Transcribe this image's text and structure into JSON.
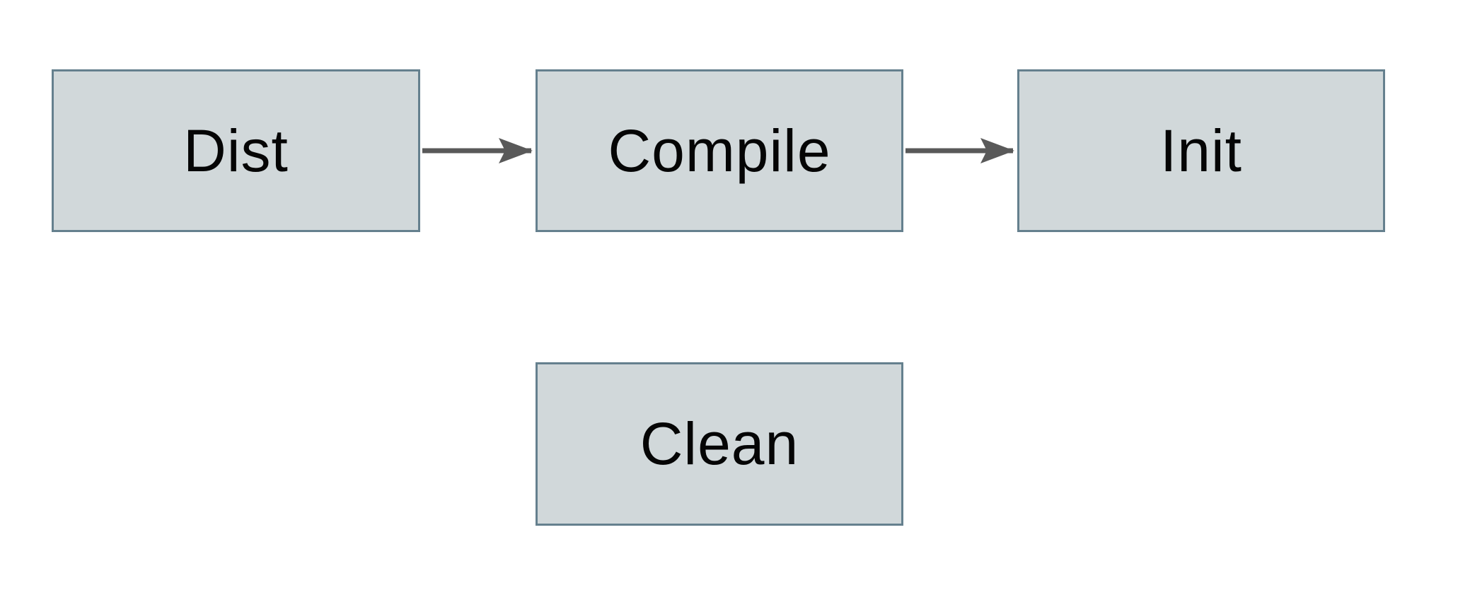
{
  "diagram": {
    "nodes": [
      {
        "id": "dist",
        "label": "Dist"
      },
      {
        "id": "compile",
        "label": "Compile"
      },
      {
        "id": "init",
        "label": "Init"
      },
      {
        "id": "clean",
        "label": "Clean"
      }
    ],
    "edges": [
      {
        "from": "Dist",
        "to": "Compile"
      },
      {
        "from": "Compile",
        "to": "Init"
      }
    ],
    "colors": {
      "node_fill": "#d1d8da",
      "node_border": "#65808e",
      "arrow": "#595959",
      "text": "#050505",
      "background": "#ffffff"
    }
  }
}
